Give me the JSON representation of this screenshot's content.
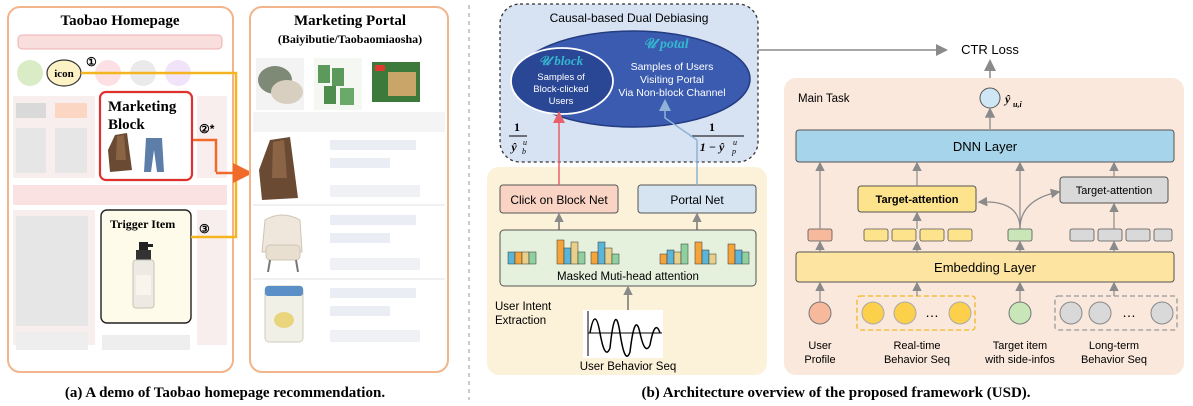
{
  "left": {
    "homepage_title": "Taobao Homepage",
    "icon_label": "icon",
    "marker_1": "①",
    "marker_2": "②*",
    "marker_3": "③",
    "marketing_block_label_1": "Marketing",
    "marketing_block_label_2": "Block",
    "trigger_item_label": "Trigger Item",
    "portal_title": "Marketing Portal",
    "portal_subtitle": "(Baiyibutie/Taobaomiaosha)",
    "caption": "(a) A demo of Taobao homepage recommendation."
  },
  "right": {
    "dual_title": "Causal-based Dual Debiasing",
    "u_block_symbol": "𝒰′block",
    "u_block_text": [
      "Samples of",
      "Block-clicked",
      "Users"
    ],
    "u_potal_symbol": "𝒰′potal",
    "u_potal_text": [
      "Samples of Users",
      "Visiting Portal",
      "Via Non-block Channel"
    ],
    "weight_left_num": "1",
    "weight_left_den": "ŷ",
    "weight_left_sup": "u",
    "weight_left_sub": "b",
    "weight_right_num": "1",
    "weight_right_den": "1 − ŷ",
    "weight_right_sup": "u",
    "weight_right_sub": "p",
    "ctr_loss": "CTR Loss",
    "click_block_net": "Click on Block Net",
    "portal_net": "Portal Net",
    "masked_attention": "Masked Muti-head attention",
    "user_intent_1": "User Intent",
    "user_intent_2": "Extraction",
    "user_behavior_seq": "User Behavior Seq",
    "main_task": "Main Task",
    "y_hat": "ŷ",
    "y_hat_sub": "u,i",
    "dnn_layer": "DNN Layer",
    "target_attention_1": "Target-attention",
    "target_attention_2": "Target-attention",
    "embedding_layer": "Embedding Layer",
    "dots_1": "…",
    "dots_2": "…",
    "user_profile": [
      "User",
      "Profile"
    ],
    "realtime_seq": [
      "Real-time",
      "Behavior Seq"
    ],
    "target_item": [
      "Target item",
      "with side-infos"
    ],
    "longterm_seq": [
      "Long-term",
      "Behavior Seq"
    ],
    "caption": "(b) Architecture overview of the proposed framework (USD)."
  },
  "colors": {
    "orange_border": "#f2b48a",
    "red_block": "#e0312f",
    "yellow_line": "#f5b520",
    "orange_arrow": "#f06a2a",
    "dual_bg": "#d7e2f2",
    "ellipse_fill": "#3a5bb0",
    "ellipse_border": "#243c80",
    "teal": "#34b8cf",
    "intent_bg": "#fcf1d9",
    "main_bg": "#fae8dc",
    "dnn_fill": "#a6d4ea",
    "embed_fill": "#fde4a0",
    "target_att_fill": "#fde38c",
    "target_att2_fill": "#d9d9d9"
  }
}
